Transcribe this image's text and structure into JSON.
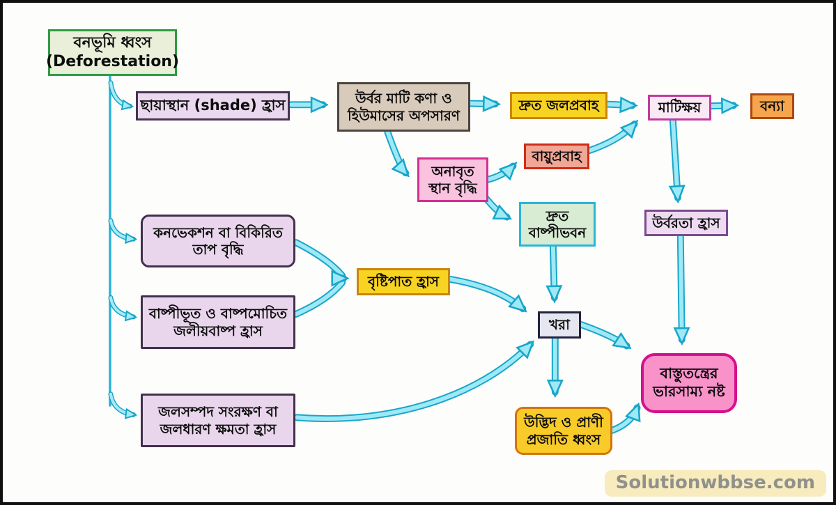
{
  "diagram": {
    "subject": "Effects of Deforestation flowchart (Bengali)",
    "accent_arrow_fill": "#9fe8f6",
    "accent_arrow_outline": "#17a6ca",
    "nodes": {
      "deforestation": {
        "line1": "বনভূমি ধ্বংস",
        "line2": "(Deforestation)"
      },
      "shade_loss": {
        "line1": "ছায়াস্থান (shade) হ্রাস"
      },
      "soil_humus_removal": {
        "line1": "উর্বর মাটি কণা ও",
        "line2": "হিউমাসের অপসারণ"
      },
      "rapid_water_flow": {
        "line1": "দ্রুত জলপ্রবাহ"
      },
      "air_flow": {
        "line1": "বায়ুপ্রবাহ"
      },
      "soil_erosion": {
        "line1": "মাটিক্ষয়"
      },
      "flood": {
        "line1": "বন্যা"
      },
      "exposed_area_increase": {
        "line1": "অনাবৃত",
        "line2": "স্থান বৃদ্ধি"
      },
      "rapid_evaporation": {
        "line1": "দ্রুত",
        "line2": "বাষ্পীভবন"
      },
      "fertility_loss": {
        "line1": "উর্বরতা হ্রাস"
      },
      "convection_heat": {
        "line1": "কনভেকশন বা বিকিরিত",
        "line2": "তাপ বৃদ্ধি"
      },
      "rainfall_decrease": {
        "line1": "বৃষ্টিপাত হ্রাস"
      },
      "vapor_loss": {
        "line1": "বাষ্পীভূত ও বাষ্পমোচিত",
        "line2": "জলীয়বাষ্প হ্রাস"
      },
      "drought": {
        "line1": "খরা"
      },
      "ecosystem_imbalance": {
        "line1": "বাস্তুতন্ত্রের",
        "line2": "ভারসাম্য নষ্ট"
      },
      "water_resource_loss": {
        "line1": "জলসম্পদ সংরক্ষণ বা",
        "line2": "জলধারণ ক্ষমতা হ্রাস"
      },
      "species_destruction": {
        "line1": "উদ্ভিদ ও প্রাণী",
        "line2": "প্রজাতি ধ্বংস"
      }
    },
    "edges": [
      {
        "from": "deforestation",
        "to": "shade_loss"
      },
      {
        "from": "deforestation",
        "to": "convection_heat"
      },
      {
        "from": "deforestation",
        "to": "vapor_loss"
      },
      {
        "from": "deforestation",
        "to": "water_resource_loss"
      },
      {
        "from": "shade_loss",
        "to": "soil_humus_removal"
      },
      {
        "from": "soil_humus_removal",
        "to": "rapid_water_flow"
      },
      {
        "from": "soil_humus_removal",
        "to": "exposed_area_increase"
      },
      {
        "from": "exposed_area_increase",
        "to": "air_flow"
      },
      {
        "from": "exposed_area_increase",
        "to": "rapid_evaporation"
      },
      {
        "from": "rapid_water_flow",
        "to": "soil_erosion"
      },
      {
        "from": "air_flow",
        "to": "soil_erosion"
      },
      {
        "from": "soil_erosion",
        "to": "flood"
      },
      {
        "from": "soil_erosion",
        "to": "fertility_loss"
      },
      {
        "from": "fertility_loss",
        "to": "ecosystem_imbalance"
      },
      {
        "from": "convection_heat",
        "to": "rainfall_decrease"
      },
      {
        "from": "vapor_loss",
        "to": "rainfall_decrease"
      },
      {
        "from": "rainfall_decrease",
        "to": "drought"
      },
      {
        "from": "rapid_evaporation",
        "to": "drought"
      },
      {
        "from": "water_resource_loss",
        "to": "drought"
      },
      {
        "from": "drought",
        "to": "ecosystem_imbalance"
      },
      {
        "from": "drought",
        "to": "species_destruction"
      },
      {
        "from": "species_destruction",
        "to": "ecosystem_imbalance"
      }
    ],
    "node_colors": {
      "deforestation": "#e9efd8",
      "shade_loss": "#ead9ee",
      "soil_humus_removal": "#d9cbbb",
      "rapid_water_flow": "#f8d322",
      "air_flow": "#f2a695",
      "soil_erosion": "#f9e9f5",
      "flood": "#f6a54c",
      "exposed_area_increase": "#f9c3e0",
      "rapid_evaporation": "#d8ebd3",
      "fertility_loss": "#efdbf1",
      "convection_heat": "#e9d6ec",
      "rainfall_decrease": "#f8d322",
      "vapor_loss": "#e9d6ec",
      "drought": "#e6e6f0",
      "ecosystem_imbalance": "#f892c9",
      "water_resource_loss": "#e9d6ec",
      "species_destruction": "#f9cb28"
    }
  },
  "watermark": {
    "text": "Solutionwbbse.com"
  }
}
